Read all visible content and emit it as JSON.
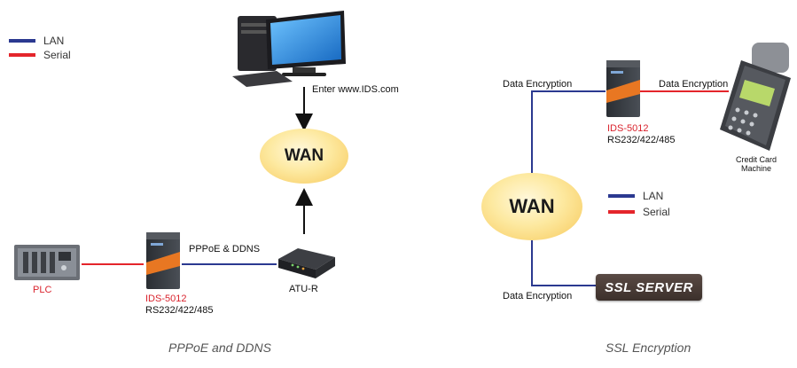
{
  "colors": {
    "lan": "#2b3990",
    "serial": "#e4252b",
    "device_label": "#d9232d"
  },
  "legend_left": [
    {
      "label": "LAN",
      "color": "#2b3990"
    },
    {
      "label": "Serial",
      "color": "#e4252b"
    }
  ],
  "legend_right": [
    {
      "label": "LAN",
      "color": "#2b3990"
    },
    {
      "label": "Serial",
      "color": "#e4252b"
    }
  ],
  "left_diagram": {
    "pc_label": "Enter www.IDS.com",
    "wan_label": "WAN",
    "plc_label": "PLC",
    "device_name": "IDS-5012",
    "device_ports": "RS232/422/485",
    "link_label": "PPPoE & DDNS",
    "atu_label": "ATU-R",
    "caption": "PPPoE and DDNS"
  },
  "right_diagram": {
    "enc_top_left": "Data Encryption",
    "enc_top_right": "Data Encryption",
    "enc_bottom": "Data Encryption",
    "device_name": "IDS-5012",
    "device_ports": "RS232/422/485",
    "card_label_1": "Credit Card",
    "card_label_2": "Machine",
    "wan_label": "WAN",
    "ssl_label": "SSL SERVER",
    "caption": "SSL Encryption"
  }
}
